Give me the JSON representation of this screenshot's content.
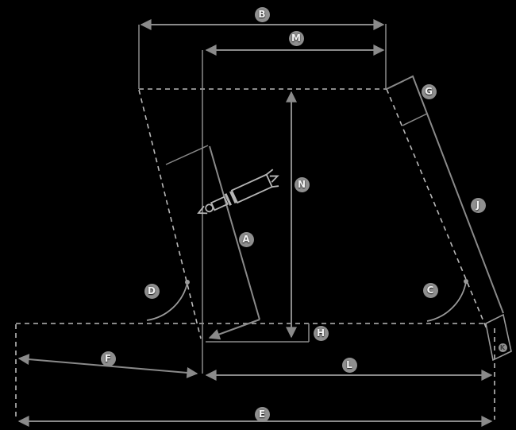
{
  "colors": {
    "background": "#000000",
    "dimension_line": "#8a8a8a",
    "dashed_line": "#b8b8b8",
    "arc_line": "#9a9a9a",
    "shock_outline": "#b5b5b5",
    "label_disc": "#8f8f8f",
    "label_text": "#f2f2f2"
  },
  "labels": {
    "A": "A",
    "B": "B",
    "C": "C",
    "D": "D",
    "E": "E",
    "F": "F",
    "G": "G",
    "H": "H",
    "J": "J",
    "K": "K",
    "L": "L",
    "M": "M",
    "N": "N"
  }
}
